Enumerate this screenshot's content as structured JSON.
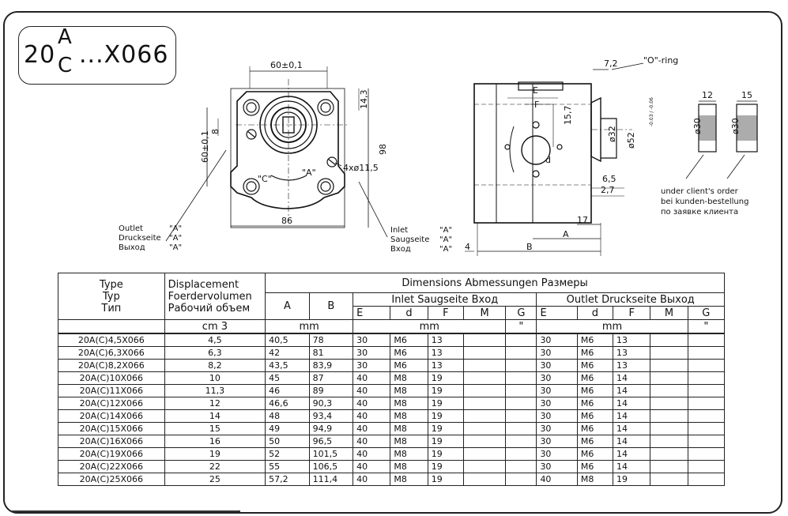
{
  "model": {
    "base": "20",
    "top": "A",
    "bottom": "C",
    "suffix": "...X066"
  },
  "drawing": {
    "front": {
      "width_dim": "60±0,1",
      "height_dim": "60±0,1",
      "total_width": "86",
      "total_height": "98",
      "offset_top": "14,3",
      "offset_left": "8",
      "rot_c": "\"C\"",
      "rot_a": "\"A\"",
      "holes": "4xø11,5"
    },
    "side": {
      "dim_72": "7,2",
      "oring": "\"O\"-ring",
      "dim_157": "15,7",
      "shaft": "ø32",
      "shaft_tol": "-0.03 / -0.06",
      "flange": "ø52",
      "dim_65": "6,5",
      "dim_27": "2,7",
      "dim_17": "17",
      "dim_a": "A",
      "dim_b": "B",
      "dim_4": "4",
      "lbl_e": "E",
      "lbl_f": "F",
      "lbl_d": "d"
    },
    "gears": {
      "w12": "12",
      "w15": "15",
      "d1": "ø30",
      "d2": "ø30",
      "note1": "under client's order",
      "note2": "bei kunden-bestellung",
      "note3": "по заявке клиента"
    },
    "outlet": {
      "l1": "Outlet",
      "l2": "Druckseite",
      "l3": "Выход",
      "v": "\"A\""
    },
    "inlet": {
      "l1": "Inlet",
      "l2": "Saugseite",
      "l3": "Вход",
      "v": "\"A\""
    }
  },
  "table": {
    "h_type": [
      "Type",
      "Typ",
      "Тип"
    ],
    "h_disp": [
      "Displacement",
      "Foerdervolumen",
      "Рабочий объем"
    ],
    "h_dims": "Dimensions   Abmessungen   Размеры",
    "h_inlet": "Inlet   Saugseite   Вход",
    "h_outlet": "Outlet   Druckseite   Выход",
    "h_a": "A",
    "h_b": "B",
    "cols": [
      "E",
      "d",
      "F",
      "M",
      "G"
    ],
    "u_cm": "cm 3",
    "u_mm1": "mm",
    "u_mm2": "mm",
    "u_q1": "\"",
    "u_mm3": "mm",
    "u_q2": "\"",
    "rows": [
      [
        "20A(C)4,5X066",
        "4,5",
        "40,5",
        "78",
        "30",
        "M6",
        "13",
        "",
        "",
        "30",
        "M6",
        "13",
        "",
        ""
      ],
      [
        "20A(C)6,3X066",
        "6,3",
        "42",
        "81",
        "30",
        "M6",
        "13",
        "",
        "",
        "30",
        "M6",
        "13",
        "",
        ""
      ],
      [
        "20A(C)8,2X066",
        "8,2",
        "43,5",
        "83,9",
        "30",
        "M6",
        "13",
        "",
        "",
        "30",
        "M6",
        "13",
        "",
        ""
      ],
      [
        "20A(C)10X066",
        "10",
        "45",
        "87",
        "40",
        "M8",
        "19",
        "",
        "",
        "30",
        "M6",
        "14",
        "",
        ""
      ],
      [
        "20A(C)11X066",
        "11,3",
        "46",
        "89",
        "40",
        "M8",
        "19",
        "",
        "",
        "30",
        "M6",
        "14",
        "",
        ""
      ],
      [
        "20A(C)12X066",
        "12",
        "46,6",
        "90,3",
        "40",
        "M8",
        "19",
        "",
        "",
        "30",
        "M6",
        "14",
        "",
        ""
      ],
      [
        "20A(C)14X066",
        "14",
        "48",
        "93,4",
        "40",
        "M8",
        "19",
        "",
        "",
        "30",
        "M6",
        "14",
        "",
        ""
      ],
      [
        "20A(C)15X066",
        "15",
        "49",
        "94,9",
        "40",
        "M8",
        "19",
        "",
        "",
        "30",
        "M6",
        "14",
        "",
        ""
      ],
      [
        "20A(C)16X066",
        "16",
        "50",
        "96,5",
        "40",
        "M8",
        "19",
        "",
        "",
        "30",
        "M6",
        "14",
        "",
        ""
      ],
      [
        "20A(C)19X066",
        "19",
        "52",
        "101,5",
        "40",
        "M8",
        "19",
        "",
        "",
        "30",
        "M6",
        "14",
        "",
        ""
      ],
      [
        "20A(C)22X066",
        "22",
        "55",
        "106,5",
        "40",
        "M8",
        "19",
        "",
        "",
        "30",
        "M6",
        "14",
        "",
        ""
      ],
      [
        "20A(C)25X066",
        "25",
        "57,2",
        "111,4",
        "40",
        "M8",
        "19",
        "",
        "",
        "40",
        "M8",
        "19",
        "",
        ""
      ]
    ]
  }
}
